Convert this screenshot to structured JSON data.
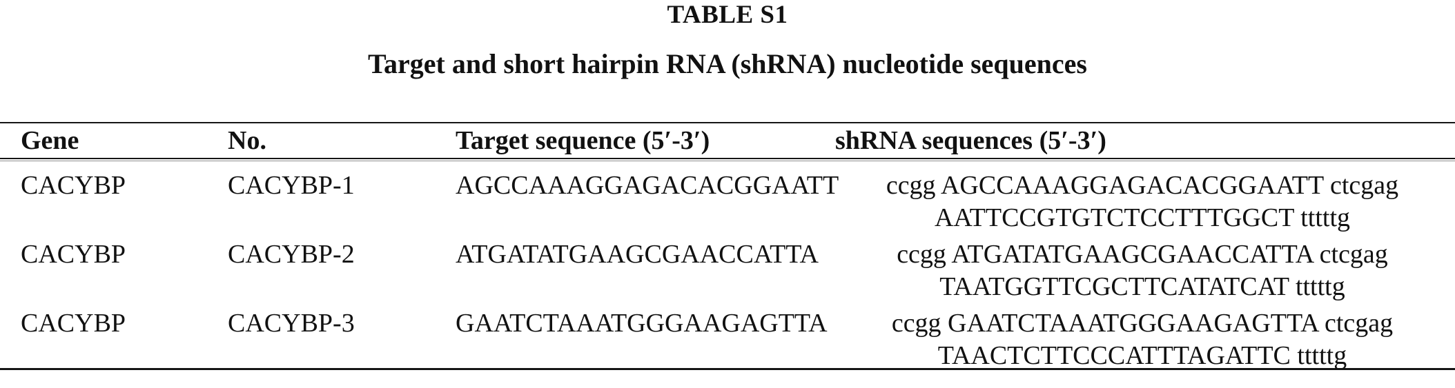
{
  "table": {
    "title": "TABLE S1",
    "subtitle": "Target and short hairpin RNA (shRNA) nucleotide sequences",
    "columns": [
      "Gene",
      "No.",
      "Target sequence (5′-3′)",
      "shRNA sequences (5′-3′)"
    ],
    "rows": [
      {
        "gene": "CACYBP",
        "no": "CACYBP-1",
        "target": "AGCCAAAGGAGACACGGAATT",
        "shrna_line1": "ccgg AGCCAAAGGAGACACGGAATT ctcgag",
        "shrna_line2": "AATTCCGTGTCTCCTTTGGCT tttttg"
      },
      {
        "gene": "CACYBP",
        "no": "CACYBP-2",
        "target": "ATGATATGAAGCGAACCATTA",
        "shrna_line1": "ccgg ATGATATGAAGCGAACCATTA ctcgag",
        "shrna_line2": "TAATGGTTCGCTTCATATCAT tttttg"
      },
      {
        "gene": "CACYBP",
        "no": "CACYBP-3",
        "target": "GAATCTAAATGGGAAGAGTTA",
        "shrna_line1": "ccgg GAATCTAAATGGGAAGAGTTA ctcgag",
        "shrna_line2": "TAACTCTTCCCATTTAGATTC tttttg"
      }
    ]
  }
}
